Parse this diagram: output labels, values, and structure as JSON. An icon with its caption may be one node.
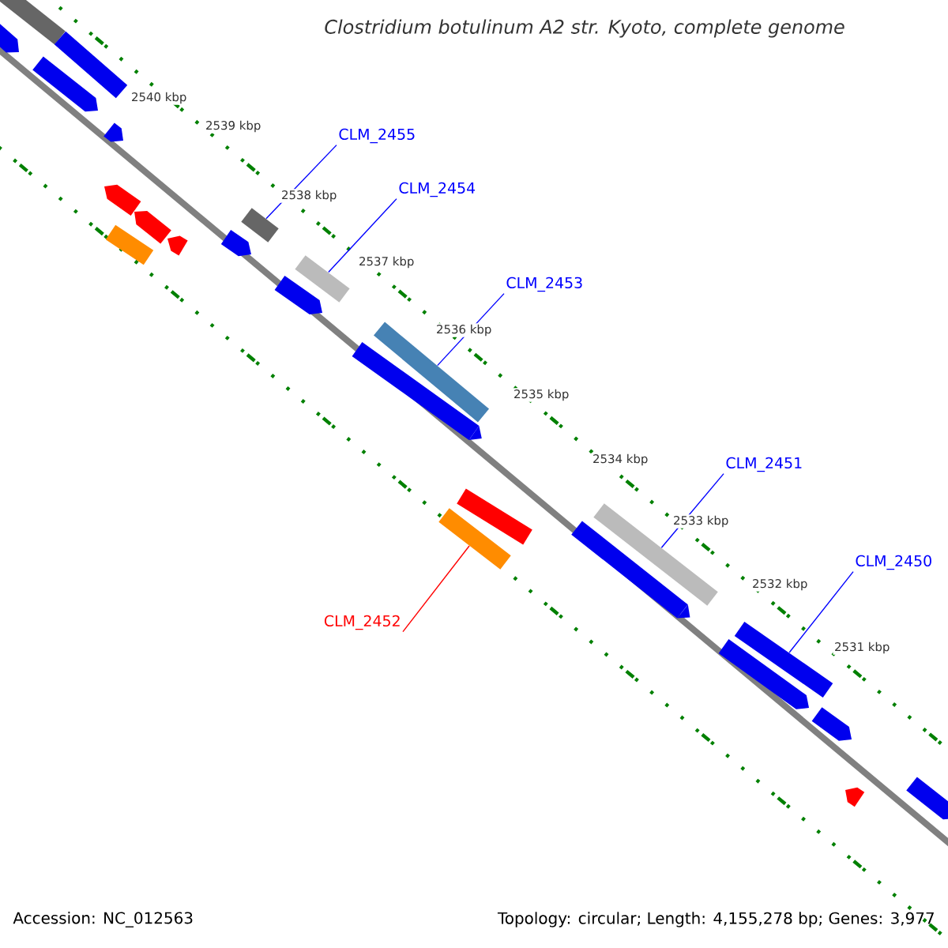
{
  "diagram": {
    "title": "Clostridium botulinum A2 str. Kyoto, complete genome",
    "nodes": [
      {
        "text": [
          "CLM_2455"
        ]
      },
      {
        "text": [],
        "shape": "bar"
      },
      {
        "text": [
          "CLM_2454"
        ]
      },
      {
        "text": [],
        "shape": "bar"
      },
      {
        "text": [
          "CLM_2453"
        ]
      },
      {
        "text": [],
        "shape": "bar"
      },
      {
        "text": [
          "CLM_2452"
        ]
      },
      {
        "text": [],
        "shape": "bar"
      },
      {
        "text": [
          "CLM_2451"
        ]
      },
      {
        "text": [],
        "shape": "bar"
      },
      {
        "text": [
          "CLM_2450"
        ]
      },
      {
        "text": [],
        "shape": "bar"
      },
      {
        "text": [],
        "shape": "bar"
      },
      {
        "text": [],
        "shape": "bar"
      }
    ],
    "edges": [
      {
        "from": 0,
        "to": 1,
        "arrow": "none"
      },
      {
        "from": 2,
        "to": 3,
        "arrow": "none"
      },
      {
        "from": 4,
        "to": 5,
        "arrow": "none"
      },
      {
        "from": 6,
        "to": 7,
        "arrow": "none",
        "color": "#ff0000"
      },
      {
        "from": 8,
        "to": 9,
        "arrow": "none"
      },
      {
        "from": 10,
        "to": 11,
        "arrow": "none"
      }
    ],
    "labels": [
      "2540 kbp",
      "2539 kbp",
      "2538 kbp",
      "2537 kbp",
      "2536 kbp",
      "2535 kbp",
      "2534 kbp",
      "2533 kbp",
      "2532 kbp",
      "2531 kbp",
      "Accession: NC_012563",
      "Topology: circular; Length: 4,155,278 bp; Genes: 3,977"
    ]
  }
}
